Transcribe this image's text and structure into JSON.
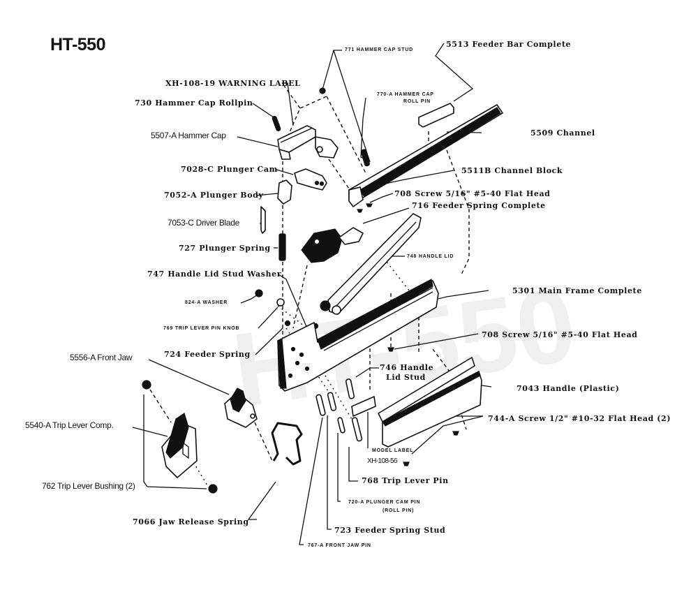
{
  "title": "HT-550",
  "watermark": "HT-550",
  "labels": {
    "hammer_cap_stud": "771 HAMMER CAP STUD",
    "feeder_bar": "5513   Feeder Bar Complete",
    "warning_label": "XH-108-19  WARNING LABEL",
    "hammer_cap_rollpin": "730   Hammer Cap Rollpin",
    "hammer_cap_roll_pin_1": "770-A HAMMER CAP",
    "hammer_cap_roll_pin_2": "ROLL PIN",
    "hammer_cap": "5507-A  Hammer Cap",
    "channel": "5509 Channel",
    "plunger_cam": "7028-C   Plunger Cam",
    "channel_block": "5511B Channel Block",
    "plunger_body": "7052-A  Plunger Body",
    "screw_708_top": "708 Screw 5/16\" #5-40 Flat Head",
    "feeder_spring_complete": "716    Feeder Spring Complete",
    "driver_blade": "7053-C Driver Blade",
    "plunger_spring": "727    Plunger Spring",
    "handle_lid": "748 HANDLE LID",
    "handle_lid_stud_washer": "747    Handle Lid Stud Washer",
    "washer": "824-A WASHER",
    "main_frame": "5301     Main Frame Complete",
    "trip_lever_pin_knob": "769 TRIP LEVER PIN KNOB",
    "screw_708_mid": "708    Screw 5/16\" #5-40 Flat Head",
    "feeder_spring": "724    Feeder Spring",
    "front_jaw": "5556-A Front Jaw",
    "handle_lid_stud_1": "746  Handle",
    "handle_lid_stud_2": "Lid Stud",
    "handle_plastic": "7043    Handle (Plastic)",
    "trip_lever_comp": "5540-A Trip Lever Comp.",
    "screw_744": "744-A    Screw 1/2\" #10-32 Flat Head (2)",
    "model_label_1": "MODEL LABEL",
    "model_label_2": "XH-108-56",
    "trip_lever_bushing": "762 Trip Lever Bushing (2)",
    "trip_lever_pin": "768    Trip Lever Pin",
    "plunger_cam_pin_1": "720-A PLUNGER CAM PIN",
    "plunger_cam_pin_2": "(ROLL PIN)",
    "jaw_release_spring": "7066     Jaw Release Spring",
    "feeder_spring_stud": "723     Feeder Spring Stud",
    "front_jaw_pin": "767-A FRONT JAW PIN"
  }
}
